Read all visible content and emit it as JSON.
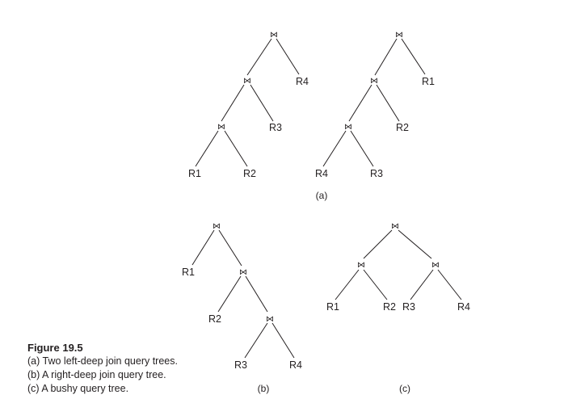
{
  "figure": {
    "title": "Figure 19.5",
    "lines": [
      "(a) Two left-deep join query trees.",
      "(b) A right-deep join query tree.",
      "(c) A bushy query tree."
    ]
  },
  "join_symbol": "⋈",
  "tree_a1": {
    "root": "⋈",
    "mid": "⋈",
    "low": "⋈",
    "leaves": [
      "R1",
      "R2",
      "R3",
      "R4"
    ]
  },
  "tree_a2": {
    "root": "⋈",
    "mid": "⋈",
    "low": "⋈",
    "leaves": [
      "R4",
      "R3",
      "R2",
      "R1"
    ]
  },
  "tree_b": {
    "root": "⋈",
    "mid": "⋈",
    "low": "⋈",
    "leaves": [
      "R1",
      "R2",
      "R3",
      "R4"
    ]
  },
  "tree_c": {
    "root": "⋈",
    "left": "⋈",
    "right": "⋈",
    "leaves": [
      "R1",
      "R2",
      "R3",
      "R4"
    ]
  },
  "sub_captions": {
    "a": "(a)",
    "b": "(b)",
    "c": "(c)"
  }
}
